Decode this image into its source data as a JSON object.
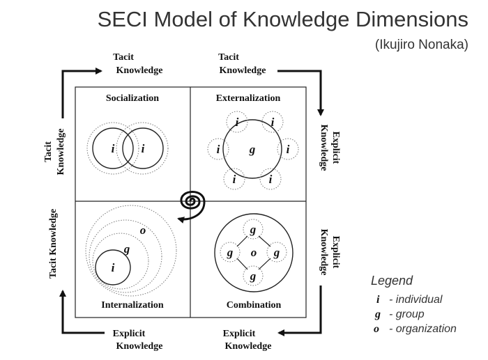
{
  "title": "SECI Model of Knowledge Dimensions",
  "subtitle": "(Ikujiro Nonaka)",
  "quadrants": {
    "socialization": "Socialization",
    "externalization": "Externalization",
    "internalization": "Internalization",
    "combination": "Combination"
  },
  "axis_labels": {
    "tacit_word": "Tacit",
    "explicit_word": "Explicit",
    "knowledge_word": "Knowledge",
    "tacit_knowledge": "Tacit Knowledge"
  },
  "symbols": {
    "individual": "i",
    "group": "g",
    "organization": "o"
  },
  "legend": {
    "title": "Legend",
    "items": [
      {
        "symbol": "i",
        "label": "- individual"
      },
      {
        "symbol": "g",
        "label": "- group"
      },
      {
        "symbol": "o",
        "label": "- organization"
      }
    ]
  },
  "colors": {
    "line": "#222222",
    "dotted": "#777777",
    "title_text": "#333333"
  }
}
